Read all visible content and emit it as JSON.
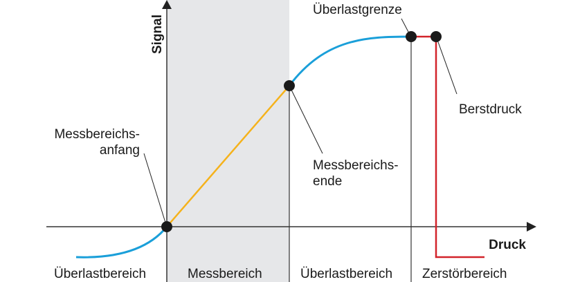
{
  "axes": {
    "y_label": "Signal",
    "x_label": "Druck"
  },
  "points": {
    "overload_limit": "Überlastgrenze",
    "burst_pressure": "Berstdruck",
    "range_start": [
      "Messbereichs-",
      "anfang"
    ],
    "range_end": [
      "Messbereichs-",
      "ende"
    ]
  },
  "regions": [
    "Überlastbereich",
    "Messbereich",
    "Überlastbereich",
    "Zerstörbereich"
  ],
  "colors": {
    "curve_blue": "#1a9fd9",
    "curve_orange": "#f5b21b",
    "curve_red": "#d2232a",
    "shade": "#e6e7e9",
    "axis": "#333333"
  }
}
